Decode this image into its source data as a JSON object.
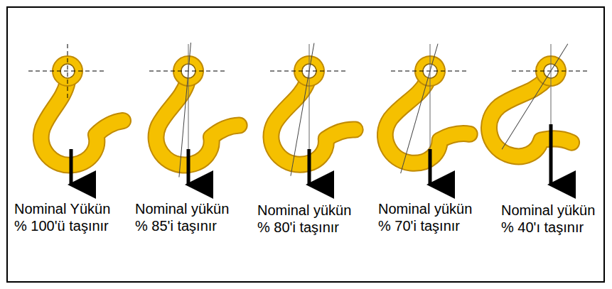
{
  "diagram": {
    "labels": [
      "Nominal Yükün % 100'ü taşınır",
      "Nominal yükün % 85'i taşınır",
      "Nominal yükün % 80'i taşınır",
      "Nominal yükün % 70'i taşınır",
      "Nominal yükün % 40'ı taşınır"
    ]
  }
}
